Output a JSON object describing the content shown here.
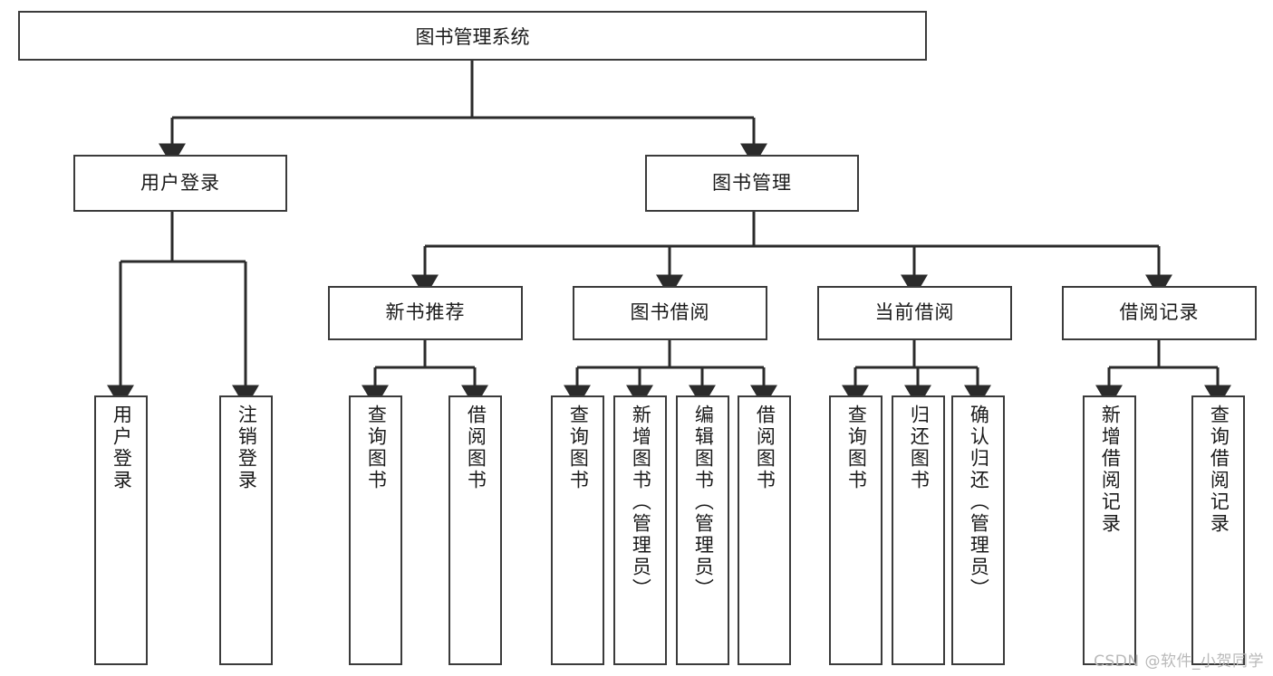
{
  "diagram": {
    "title": "图书管理系统",
    "type": "tree-hierarchy-diagram",
    "orientation": "top-down",
    "colors": {
      "node_border": "#3b3b3b",
      "node_fill": "#ffffff",
      "edge": "#2b2b2b",
      "text": "#1a1a1a",
      "watermark": "#b9b9b9",
      "background": "#ffffff"
    }
  },
  "watermark": {
    "text": "CSDN @软件_小贺同学"
  },
  "nodes": {
    "root": {
      "label": "图书管理系统"
    },
    "level2": [
      {
        "label": "用户登录"
      },
      {
        "label": "图书管理"
      }
    ],
    "level3": [
      {
        "label": "新书推荐"
      },
      {
        "label": "图书借阅"
      },
      {
        "label": "当前借阅"
      },
      {
        "label": "借阅记录"
      }
    ],
    "leaves": {
      "user_login": [
        {
          "label": "用户登录"
        },
        {
          "label": "注销登录"
        }
      ],
      "new_book_recommend": [
        {
          "label": "查询图书"
        },
        {
          "label": "借阅图书"
        }
      ],
      "book_borrow": [
        {
          "label": "查询图书"
        },
        {
          "label": "新增图书（管理员）"
        },
        {
          "label": "编辑图书（管理员）"
        },
        {
          "label": "借阅图书"
        }
      ],
      "current_borrow": [
        {
          "label": "查询图书"
        },
        {
          "label": "归还图书"
        },
        {
          "label": "确认归还（管理员）"
        }
      ],
      "borrow_record": [
        {
          "label": "新增借阅记录"
        },
        {
          "label": "查询借阅记录"
        }
      ]
    }
  }
}
